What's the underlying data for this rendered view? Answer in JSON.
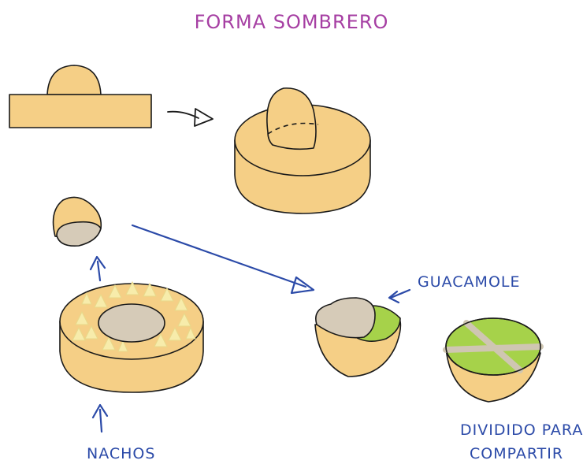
{
  "title": "FORMA SOMBRERO",
  "labels": {
    "guacamole": "GUACAMOLE",
    "nachos": "NACHOS",
    "split_line1": "DIVIDIDO PARA",
    "split_line2": "COMPARTIR"
  },
  "colors": {
    "title": "#a63fa3",
    "labels": "#2b4aa8",
    "dough": "#f5cf86",
    "filling": "#d6cbb8",
    "guacamole": "#a6d24a",
    "nachos": "#f7ecab"
  }
}
